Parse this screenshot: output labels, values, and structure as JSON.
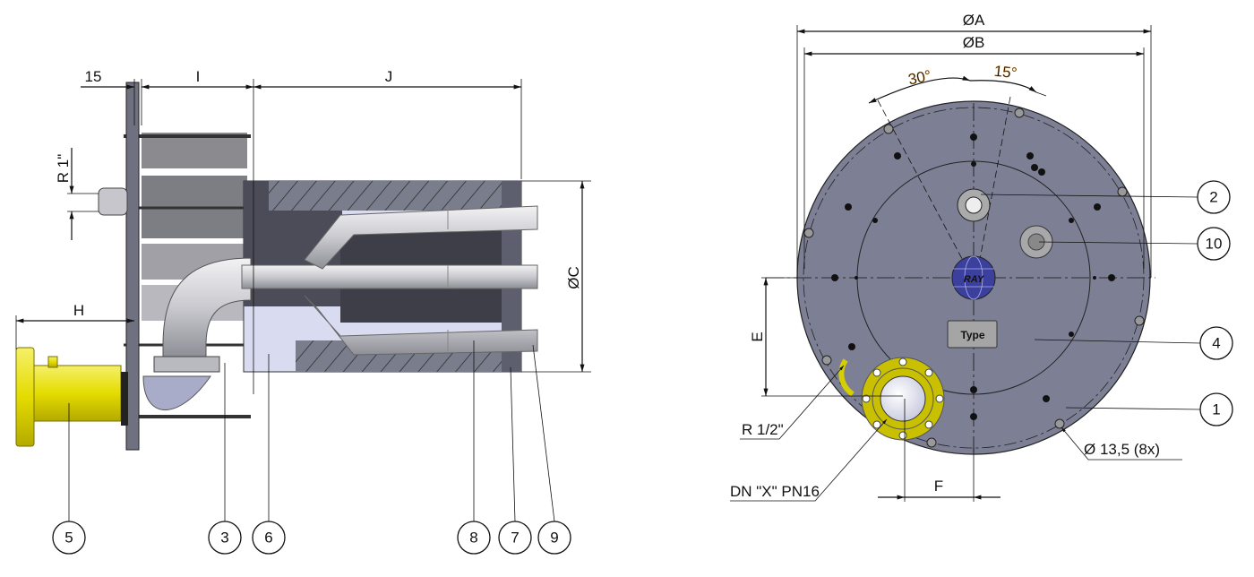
{
  "side_view": {
    "dimensions": {
      "d15": "15",
      "i": "I",
      "j": "J",
      "h": "H",
      "r1": "R 1\"",
      "dia_c": "ØC"
    },
    "callouts": [
      "5",
      "3",
      "6",
      "8",
      "7",
      "9"
    ]
  },
  "front_view": {
    "dimensions": {
      "dia_a": "ØA",
      "dia_b": "ØB",
      "angle_30": "30°",
      "angle_15": "15°",
      "e": "E",
      "f": "F"
    },
    "labels": {
      "r_half": "R 1/2\"",
      "dn": "DN \"X\" PN16",
      "holes": "Ø 13,5 (8x)",
      "type_plate": "Type",
      "logo": "RAY"
    },
    "callouts": [
      "2",
      "10",
      "4",
      "1"
    ]
  },
  "colors": {
    "plate": "#7d8095",
    "yellow": "#e8e000",
    "pipe": "#c8c8cc",
    "globe": "#3b3f9e"
  }
}
